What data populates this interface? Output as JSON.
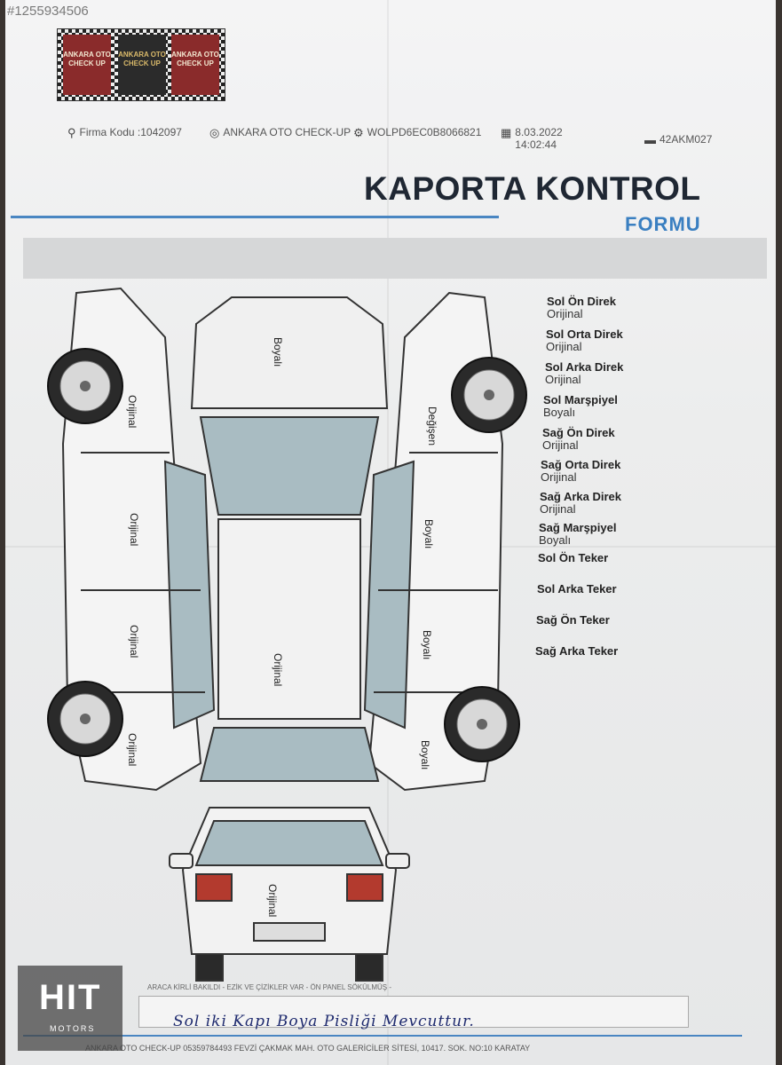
{
  "listing_id": "#1255934506",
  "stamp": {
    "left_text": "ANKARA OTO CHECK UP",
    "mid_text": "ANKARA OTO CHECK UP",
    "right_text": "ANKARA OTO CHECK UP"
  },
  "info": {
    "firm_code": "Firma Kodu :1042097",
    "company": "ANKARA OTO CHECK-UP",
    "vin": "WOLPD6EC0B8066821",
    "date": "8.03.2022",
    "time": "14:02:44",
    "plate": "42AKM027"
  },
  "title": "KAPORTA KONTROL",
  "subtitle": "FORMU",
  "parts": [
    {
      "name": "Sol Ön Direk",
      "status": "Orijinal"
    },
    {
      "name": "Sol Orta Direk",
      "status": "Orijinal"
    },
    {
      "name": "Sol Arka Direk",
      "status": "Orijinal"
    },
    {
      "name": "Sol Marşpiyel",
      "status": "Boyalı"
    },
    {
      "name": "Sağ Ön Direk",
      "status": "Orijinal"
    },
    {
      "name": "Sağ Orta Direk",
      "status": "Orijinal"
    },
    {
      "name": "Sağ Arka Direk",
      "status": "Orijinal"
    },
    {
      "name": "Sağ Marşpiyel",
      "status": "Boyalı"
    },
    {
      "name": "Sol Ön Teker",
      "status": ""
    },
    {
      "name": "Sol Arka Teker",
      "status": ""
    },
    {
      "name": "Sağ Ön Teker",
      "status": ""
    },
    {
      "name": "Sağ Arka Teker",
      "status": ""
    }
  ],
  "diagram_labels": {
    "hood": "Boyalı",
    "right_fender": "Değişen",
    "left_fender": "Orijinal",
    "left_front_door": "Orijinal",
    "left_rear_door": "Orijinal",
    "left_rear_fender": "Orijinal",
    "roof": "Orijinal",
    "right_front_door": "Boyalı",
    "right_rear_door": "Boyalı",
    "right_rear_fender": "Boyalı",
    "trunk": "Orijinal"
  },
  "notes": {
    "header": "ARACA KİRLİ BAKILDI - EZİK VE ÇİZİKLER VAR - ÖN PANEL SÖKÜLMÜŞ -",
    "handwritten": "Sol iki Kapı Boya Pisliği Mevcuttur."
  },
  "footer": "ANKARA OTO CHECK-UP 05359784493 FEVZİ ÇAKMAK MAH. OTO GALERİCİLER SİTESİ, 10417. SOK. NO:10 KARATAY",
  "logo": {
    "big": "HIT",
    "small": "MOTORS"
  },
  "colors": {
    "accent_blue": "#4a86c2",
    "title_dark": "#1f2733",
    "ink": "#1e2a6e"
  }
}
